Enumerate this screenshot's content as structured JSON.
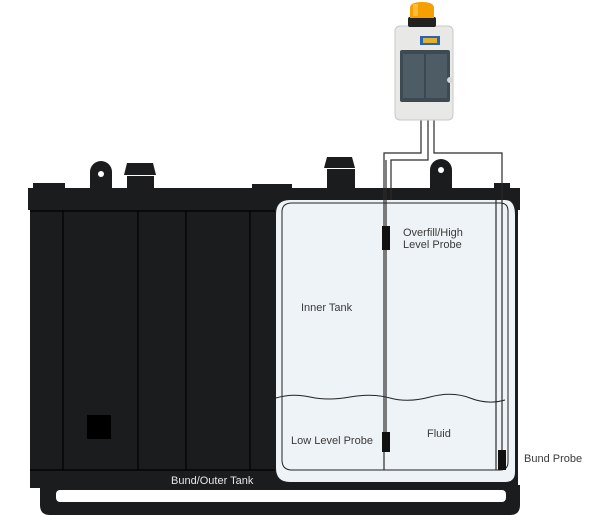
{
  "diagram": {
    "type": "bunded tank alarm system",
    "colors": {
      "tank": "#1b1c1d",
      "inner_fill": "#eef3f7",
      "beacon": "#f5a000",
      "enclosure": "#e8e8e6",
      "logo": "#2c63b0",
      "wire": "#2a2a2a"
    },
    "labels": {
      "overfill_probe_line1": "Overfill/High",
      "overfill_probe_line2": "Level Probe",
      "inner_tank": "Inner Tank",
      "low_level_probe": "Low Level Probe",
      "fluid": "Fluid",
      "bund_outer_tank": "Bund/Outer Tank",
      "bund_probe": "Bund Probe"
    },
    "components": [
      "alarm-beacon",
      "control-panel",
      "outer-bund-tank",
      "inner-tank",
      "overfill-high-level-probe",
      "low-level-probe",
      "bund-probe"
    ]
  }
}
